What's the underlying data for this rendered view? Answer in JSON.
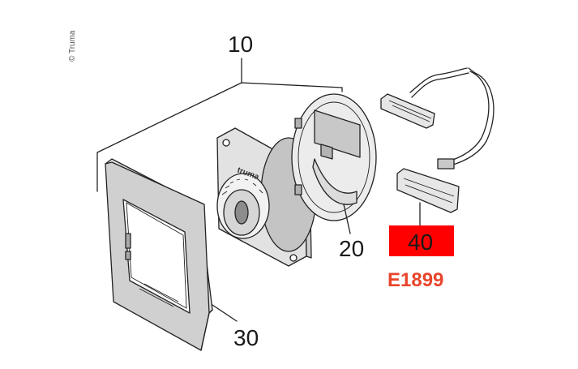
{
  "copyright": "© Truma",
  "brand_mark": "truma",
  "labels": {
    "part_10": "10",
    "part_20": "20",
    "part_30": "30",
    "part_40": "40",
    "part_code": "E1899"
  },
  "colors": {
    "highlight": "#ff0000",
    "code_text": "#e8452c",
    "line": "#222222",
    "part_fill": "#d9d9d9",
    "part_shade": "#a8a8a8"
  }
}
